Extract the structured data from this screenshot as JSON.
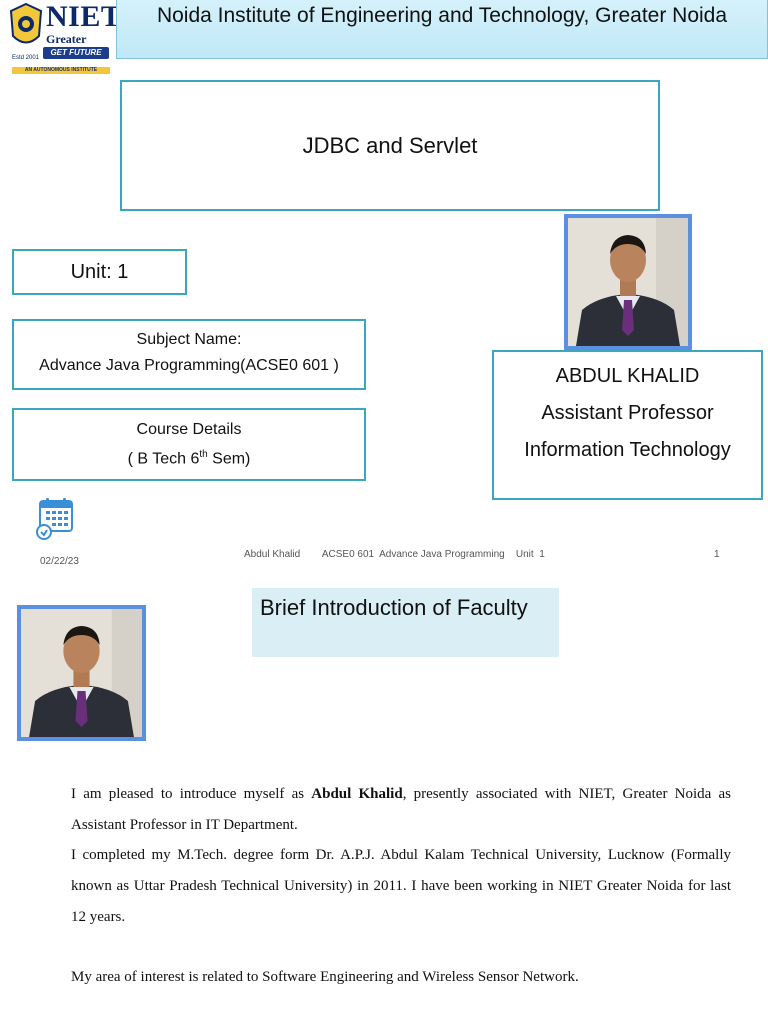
{
  "logo": {
    "name": "NIET",
    "subtitle": "Greater Noida",
    "tagline": "GET FUTURE READY",
    "established": "Estd 2001",
    "bar_text": "AN AUTONOMOUS INSTITUTE"
  },
  "header": {
    "title": "Noida Institute of Engineering and Technology, Greater Noida"
  },
  "slide1": {
    "topic": "JDBC and Servlet",
    "unit": "Unit: 1",
    "subject_label": "Subject Name:",
    "subject_value": "Advance Java Programming(ACSE0 601 )",
    "course_label": "Course Details",
    "course_value_prefix": "( B Tech 6",
    "course_value_sup": "th",
    "course_value_suffix": " Sem)",
    "faculty_name": "ABDUL KHALID",
    "faculty_role": "Assistant Professor",
    "faculty_dept": "Information Technology",
    "footer_date": "02/22/23",
    "footer_author": "Abdul Khalid",
    "footer_course": "ACSE0 601  Advance Java Programming",
    "footer_unit": "Unit  1",
    "footer_page": "1"
  },
  "slide2": {
    "heading": "Brief Introduction of Faculty",
    "p1_pre": "I am pleased to introduce myself as ",
    "p1_name": "Abdul Khalid",
    "p1_post": ", presently associated with NIET, Greater Noida as Assistant Professor in IT Department.",
    "p2": "I completed my M.Tech. degree form Dr. A.P.J. Abdul Kalam Technical University, Lucknow (Formally known as Uttar Pradesh Technical University)  in 2011. I have been working in NIET Greater Noida for last 12 years.",
    "p3": "My area of interest is related to Software Engineering and Wireless Sensor Network."
  },
  "colors": {
    "box_border": "#3aa7bb",
    "banner_bg": "#bfe8f7",
    "photo_border": "#5b8fe0",
    "brief_bg": "#daeef5"
  }
}
